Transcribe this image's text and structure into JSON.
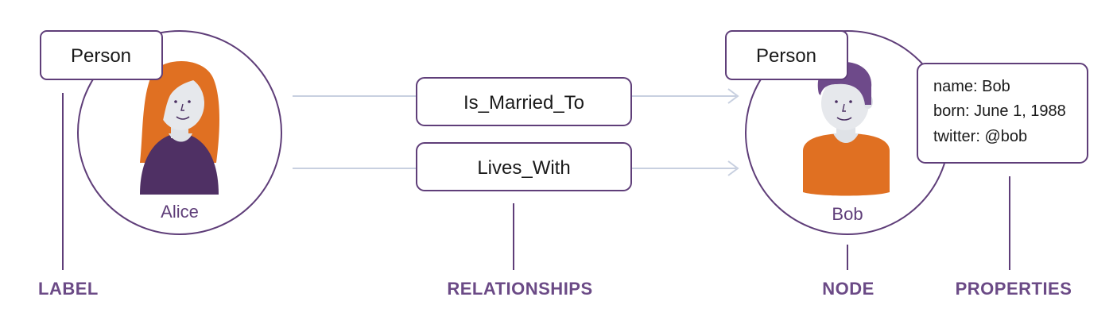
{
  "colors": {
    "purple": "#5f3e79",
    "dark_purple": "#4a2f62",
    "orange": "#e07022",
    "skin": "#e6e8ec",
    "arrow": "#c8d0e0"
  },
  "nodes": {
    "alice": {
      "label": "Person",
      "name": "Alice"
    },
    "bob": {
      "label": "Person",
      "name": "Bob",
      "properties": [
        "name: Bob",
        "born: June 1, 1988",
        "twitter: @bob"
      ]
    }
  },
  "relationships": [
    "Is_Married_To",
    "Lives_With"
  ],
  "captions": {
    "label": "LABEL",
    "relationships": "RELATIONSHIPS",
    "node": "NODE",
    "properties": "PROPERTIES"
  }
}
